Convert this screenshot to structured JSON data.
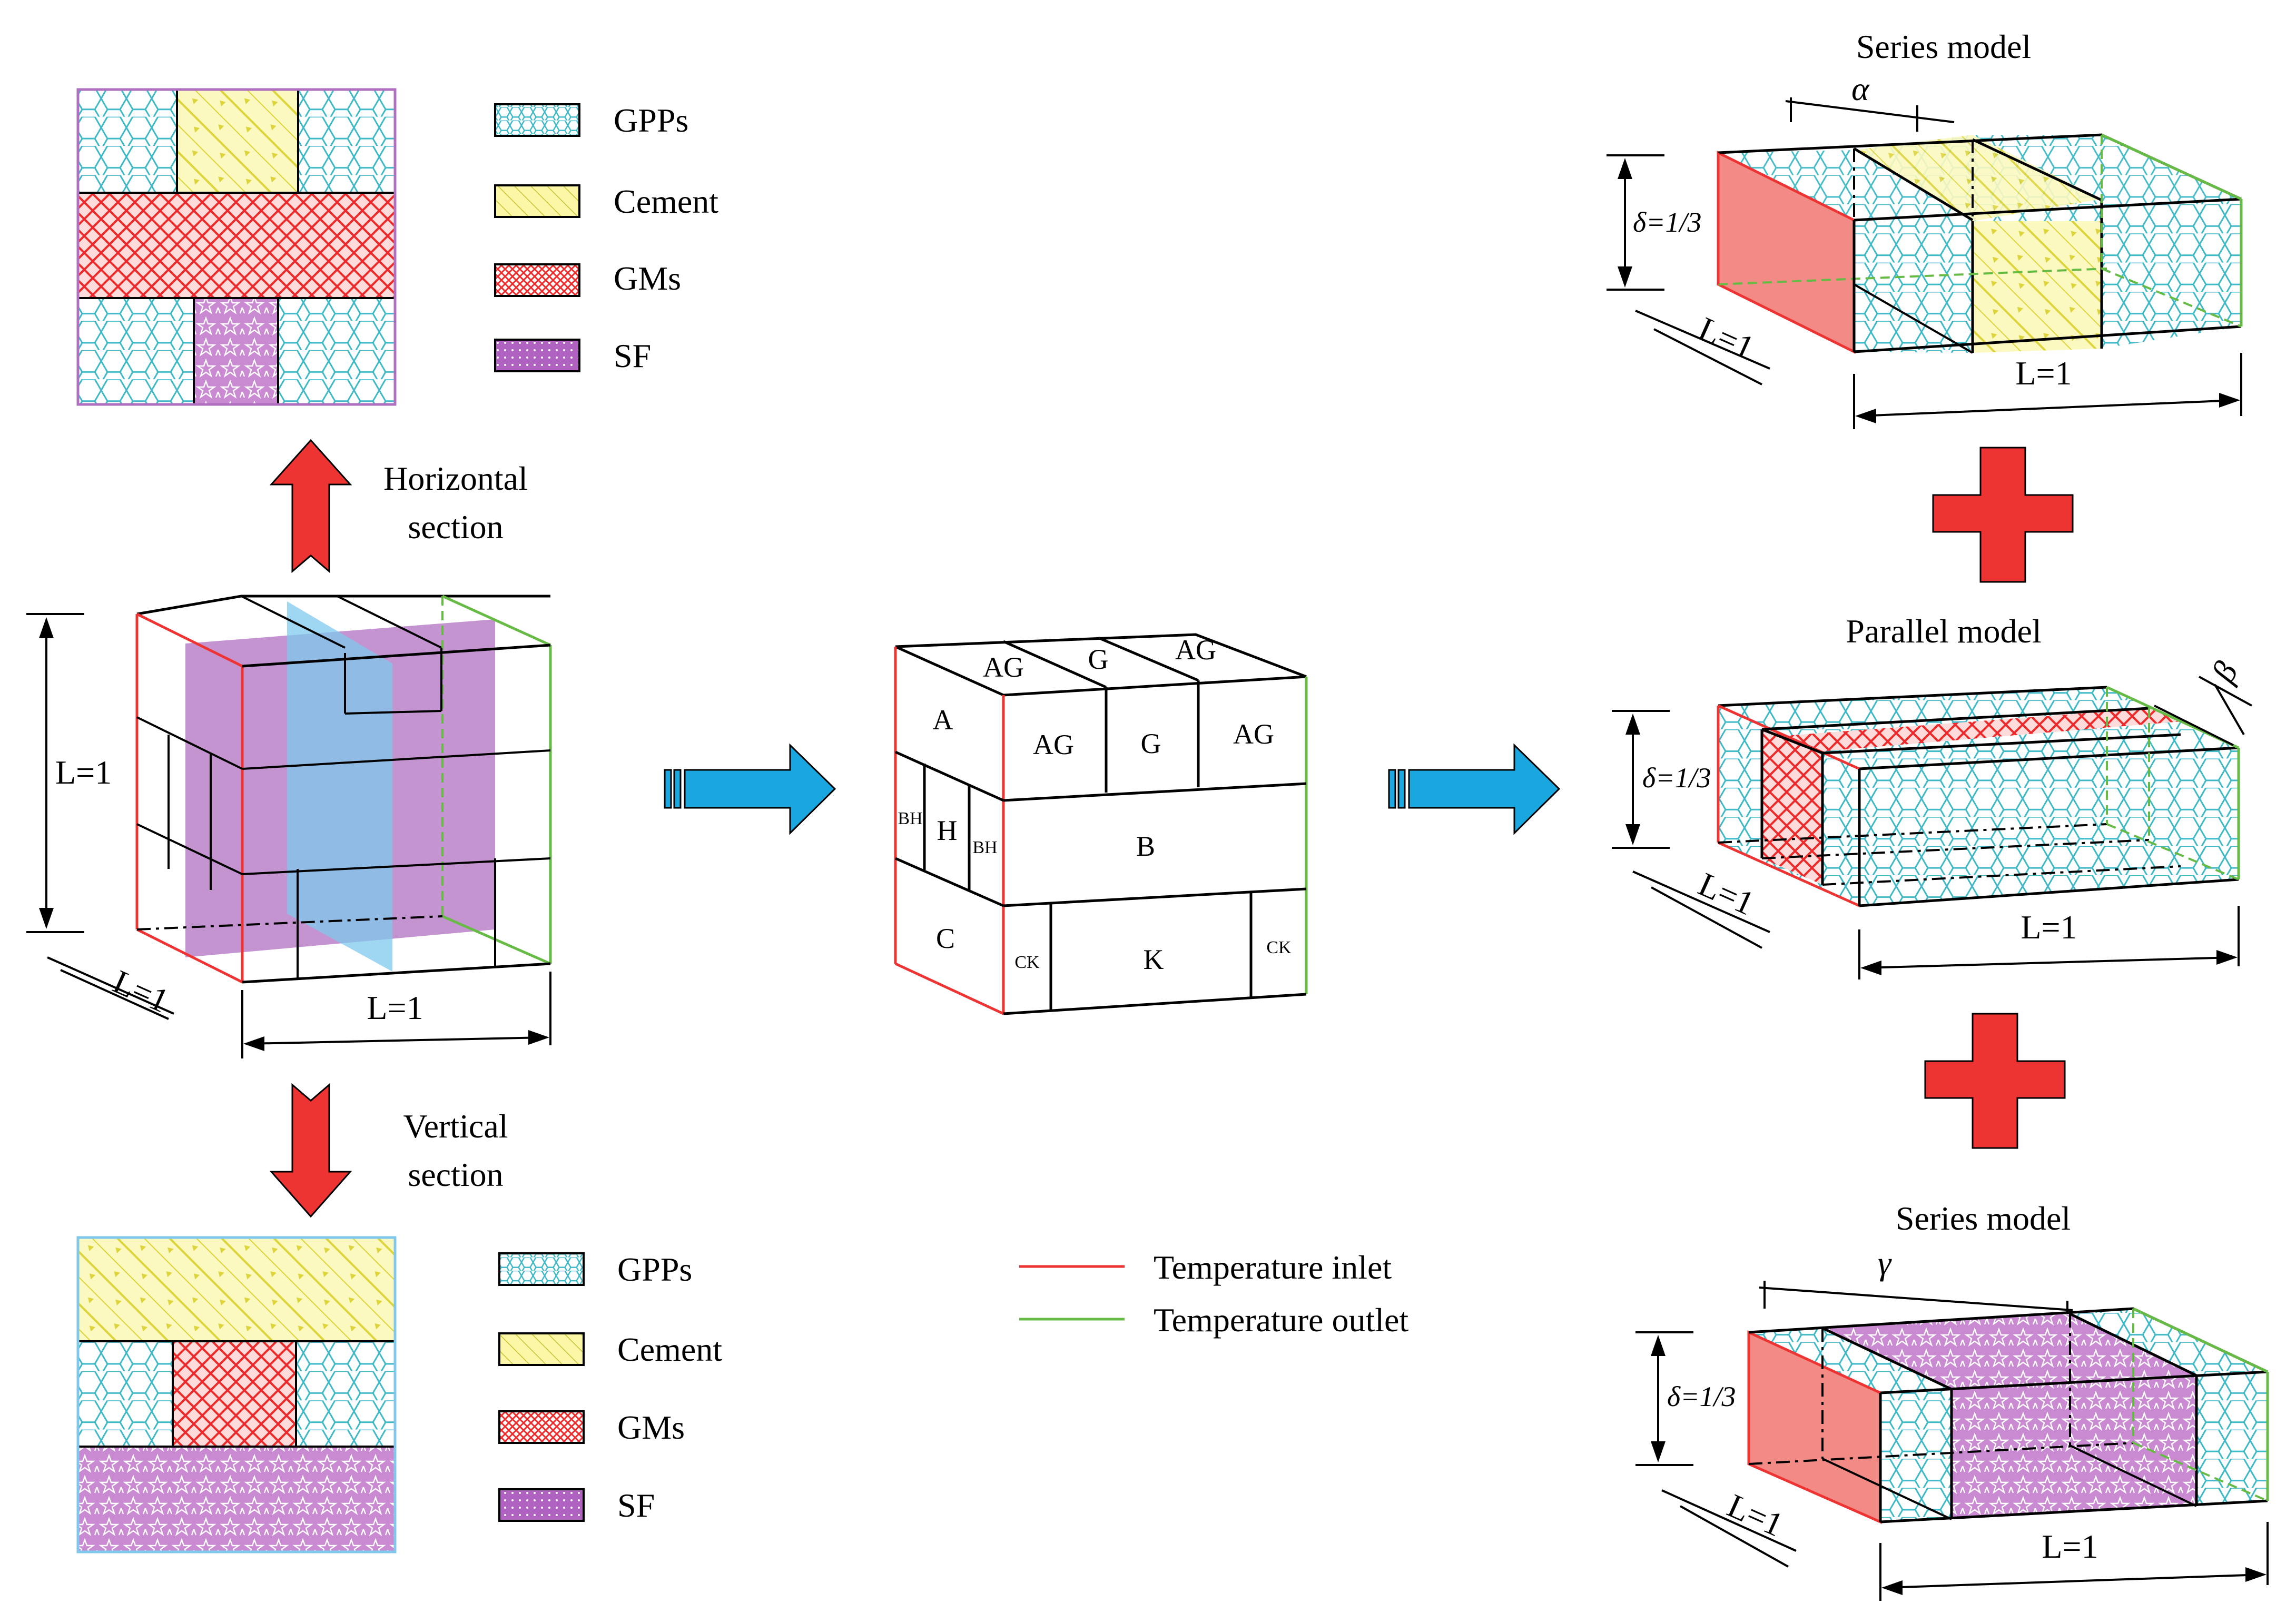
{
  "legend_top": {
    "items": [
      {
        "label": "GPPs",
        "pattern": "hex"
      },
      {
        "label": "Cement",
        "pattern": "cement"
      },
      {
        "label": "GMs",
        "pattern": "cross"
      },
      {
        "label": "SF",
        "pattern": "star"
      }
    ]
  },
  "legend_bottom": {
    "items": [
      {
        "label": "GPPs",
        "pattern": "hex"
      },
      {
        "label": "Cement",
        "pattern": "cement"
      },
      {
        "label": "GMs",
        "pattern": "cross"
      },
      {
        "label": "SF",
        "pattern": "star"
      }
    ]
  },
  "horizontal_section": {
    "line1": "Horizontal",
    "line2": "section"
  },
  "vertical_section": {
    "line1": "Vertical",
    "line2": "section"
  },
  "cube": {
    "height_label": "L=1",
    "depth_label": "L=1",
    "width_label": "L=1"
  },
  "block_model": {
    "top": [
      "AG",
      "G",
      "AG"
    ],
    "front_top": [
      "AG",
      "G",
      "AG"
    ],
    "left": [
      "A",
      "H",
      "C"
    ],
    "left_small": [
      "BH",
      "BH"
    ],
    "middle": "B",
    "bottom": [
      "CK",
      "K",
      "CK"
    ]
  },
  "temperature_legend": {
    "inlet": "Temperature inlet",
    "outlet": "Temperature outlet",
    "inlet_color": "#ee3333",
    "outlet_color": "#66bb44"
  },
  "series_top": {
    "title": "Series model",
    "param": "α",
    "delta": "δ=1/3",
    "depth": "L=1",
    "length": "L=1"
  },
  "parallel": {
    "title": "Parallel model",
    "param": "β",
    "delta": "δ=1/3",
    "depth": "L=1",
    "length": "L=1"
  },
  "series_bottom": {
    "title": "Series model",
    "param": "γ",
    "delta": "δ=1/3",
    "depth": "L=1",
    "length": "L=1"
  },
  "colors": {
    "gpps": "#3fb8c8",
    "cement": "#e8e04a",
    "gms": "#ee2a2a",
    "sf": "#a04cb0",
    "arrow_red": "#ee3333",
    "arrow_blue": "#1aa6df",
    "plus": "#ee3333"
  }
}
